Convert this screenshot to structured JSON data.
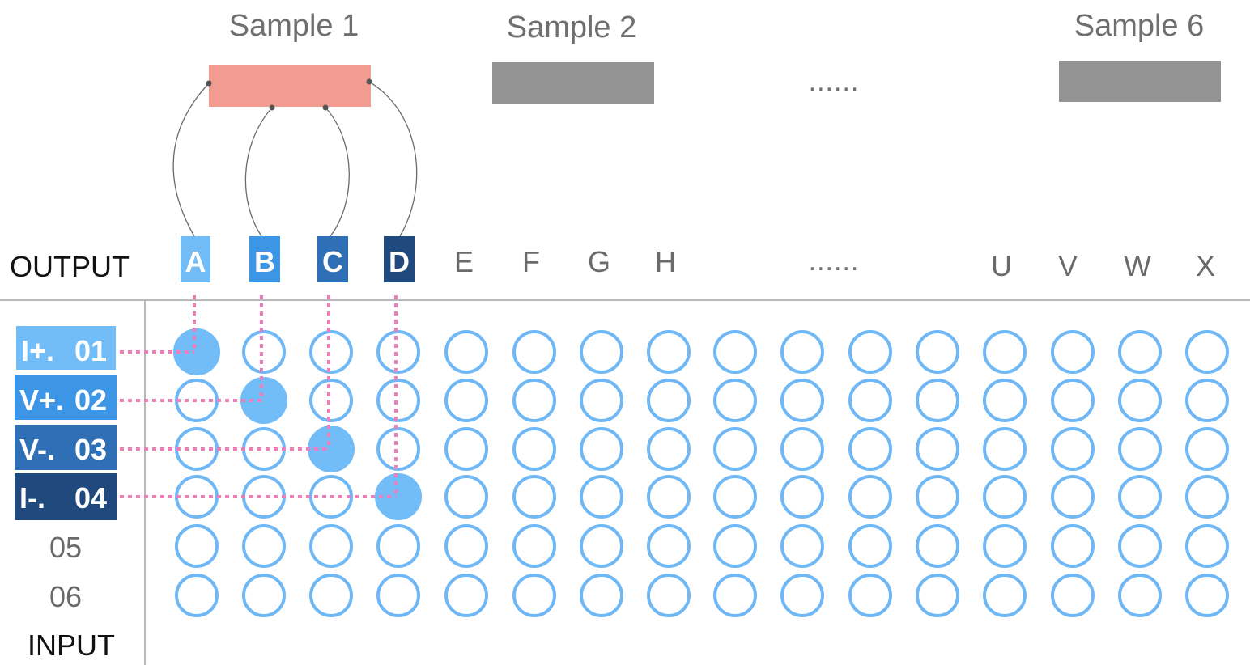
{
  "samples": [
    {
      "label": "Sample 1",
      "color": "#f29b91"
    },
    {
      "label": "Sample 2",
      "color": "#939393"
    },
    {
      "label": "Sample 6",
      "color": "#939393"
    }
  ],
  "ellipsis": "......",
  "output_title": "OUTPUT",
  "input_title": "INPUT",
  "output_columns": [
    "A",
    "B",
    "C",
    "D",
    "E",
    "F",
    "G",
    "H",
    "U",
    "V",
    "W",
    "X"
  ],
  "active_columns": [
    {
      "label": "A",
      "color": "#72bcf7"
    },
    {
      "label": "B",
      "color": "#3d95e6"
    },
    {
      "label": "C",
      "color": "#2f6fb5"
    },
    {
      "label": "D",
      "color": "#204a7e"
    }
  ],
  "input_rows": [
    {
      "prefix": "I+.",
      "number": "01",
      "color": "#72bcf7",
      "active": true
    },
    {
      "prefix": "V+.",
      "number": "02",
      "color": "#3d95e6",
      "active": true
    },
    {
      "prefix": "V-.",
      "number": "03",
      "color": "#2f6fb5",
      "active": true
    },
    {
      "prefix": "I-.",
      "number": "04",
      "color": "#204a7e",
      "active": true
    },
    {
      "prefix": "",
      "number": "05",
      "color": "",
      "active": false
    },
    {
      "prefix": "",
      "number": "06",
      "color": "",
      "active": false
    }
  ],
  "grid": {
    "rows": 6,
    "columns": 16,
    "filled": [
      [
        0,
        0
      ],
      [
        1,
        1
      ],
      [
        2,
        2
      ],
      [
        3,
        3
      ]
    ]
  },
  "colors": {
    "well": "#6fb8f5",
    "well_fill": "#72bcf7",
    "link": "#ec7fb8",
    "divider": "#b8b8b8"
  }
}
